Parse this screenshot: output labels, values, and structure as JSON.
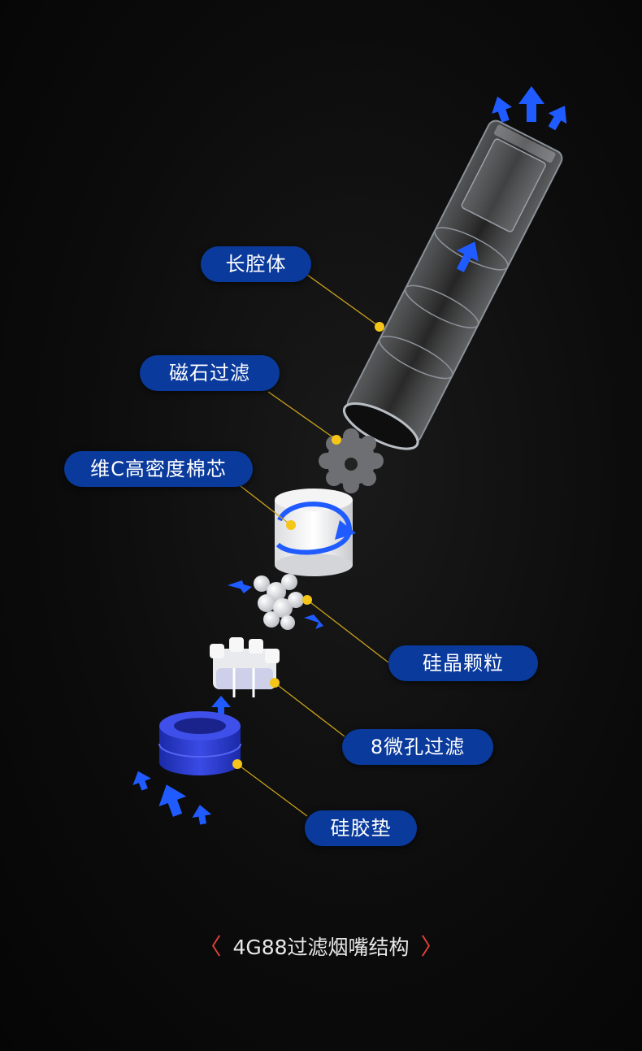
{
  "labels": {
    "long_chamber": "长腔体",
    "magnet_filter": "磁石过滤",
    "vitc_cotton": "维C高密度棉芯",
    "silica_granules": "硅晶颗粒",
    "micro_hole_filter": "8微孔过滤",
    "silicone_pad": "硅胶垫"
  },
  "caption": {
    "left_bracket": "〈",
    "text": "4G88过滤烟嘴结构",
    "right_bracket": "〉"
  },
  "colors": {
    "background": "#0c0c0c",
    "label_pill": "#0a3a9c",
    "leader_dot": "#f5c518",
    "flow_arrow": "#1f5bff",
    "caption_bracket": "#e0403a",
    "silicone_pad": "#2a3bd6"
  }
}
